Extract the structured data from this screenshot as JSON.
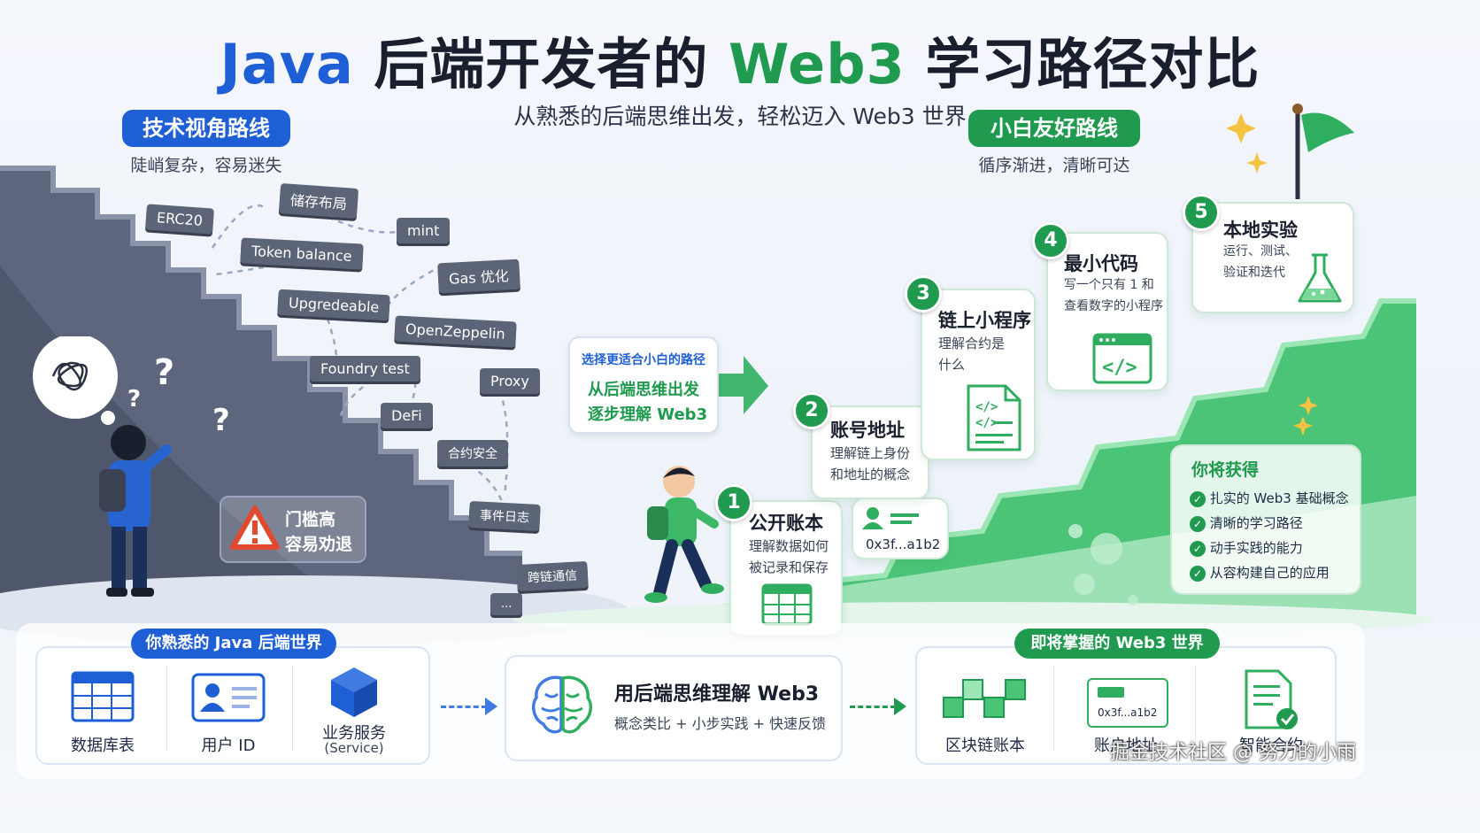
{
  "header": {
    "title_part1": "Java",
    "title_part2": " 后端开发者的 ",
    "title_part3": "Web3",
    "title_part4": " 学习路径对比",
    "subtitle": "从熟悉的后端思维出发，轻松迈入 Web3 世界"
  },
  "left_route": {
    "pill": "技术视角路线",
    "caption": "陡峭复杂，容易迷失",
    "tags": [
      "ERC20",
      "储存布局",
      "mint",
      "Token balance",
      "Gas 优化",
      "Upgredeable",
      "OpenZeppelin",
      "Foundry test",
      "Proxy",
      "DeFi",
      "合约安全",
      "事件日志",
      "跨链通信",
      "..."
    ],
    "warning": [
      "门槛高",
      "容易劝退"
    ],
    "question_marks": [
      "?",
      "?",
      "?"
    ]
  },
  "middle_choice": {
    "heading": "选择更适合小白的路径",
    "line1": "从后端思维出发",
    "line2": "逐步理解 Web3"
  },
  "right_route": {
    "pill": "小白友好路线",
    "caption": "循序渐进，清晰可达",
    "steps": [
      {
        "num": "1",
        "title": "公开账本",
        "desc1": "理解数据如何",
        "desc2": "被记录和保存"
      },
      {
        "num": "2",
        "title": "账号地址",
        "desc1": "理解链上身份",
        "desc2": "和地址的概念"
      },
      {
        "num": "3",
        "title": "链上小程序",
        "desc1": "理解合约是",
        "desc2": "什么"
      },
      {
        "num": "4",
        "title": "最小代码",
        "desc1": "写一个只有 1 和",
        "desc2": "查看数字的小程序"
      },
      {
        "num": "5",
        "title": "本地实验",
        "desc1": "运行、测试、",
        "desc2": "验证和迭代"
      }
    ],
    "address_card": "0x3f...a1b2",
    "gains": {
      "title": "你将获得",
      "items": [
        "扎实的 Web3 基础概念",
        "清晰的学习路径",
        "动手实践的能力",
        "从容构建自己的应用"
      ]
    }
  },
  "bottom": {
    "left_label": "你熟悉的 Java 后端世界",
    "left_items": [
      {
        "label": "数据库表",
        "sub": ""
      },
      {
        "label": "用户 ID",
        "sub": ""
      },
      {
        "label": "业务服务",
        "sub": "(Service)"
      }
    ],
    "center_title": "用后端思维理解 Web3",
    "center_sub": "概念类比 + 小步实践 + 快速反馈",
    "right_label": "即将掌握的 Web3 世界",
    "right_items": [
      {
        "label": "区块链账本"
      },
      {
        "label": "账户地址",
        "addr": "0x3f...a1b2"
      },
      {
        "label": "智能合约"
      }
    ]
  },
  "watermark": "掘金技术社区 @ 努力的小雨",
  "colors": {
    "blue": "#1f5fd6",
    "green": "#1f9a4e",
    "stairs_gray": "#5a6278"
  }
}
